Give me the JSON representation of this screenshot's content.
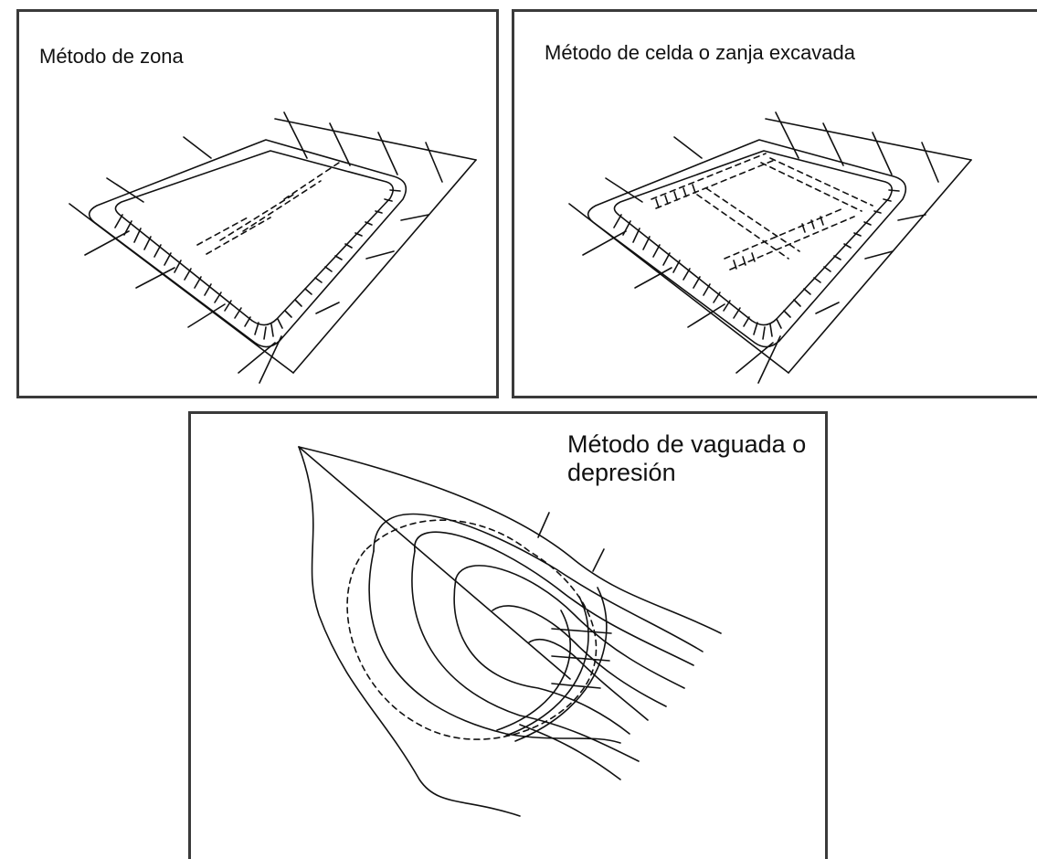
{
  "panels": {
    "zona": {
      "title": "Método de zona"
    },
    "celda": {
      "title": "Método de celda o zanja excavada"
    },
    "vaguada": {
      "title": "Método de vaguada o depresión"
    }
  },
  "colors": {
    "line": "#111111",
    "border": "#3a3a3a",
    "background": "#ffffff"
  }
}
